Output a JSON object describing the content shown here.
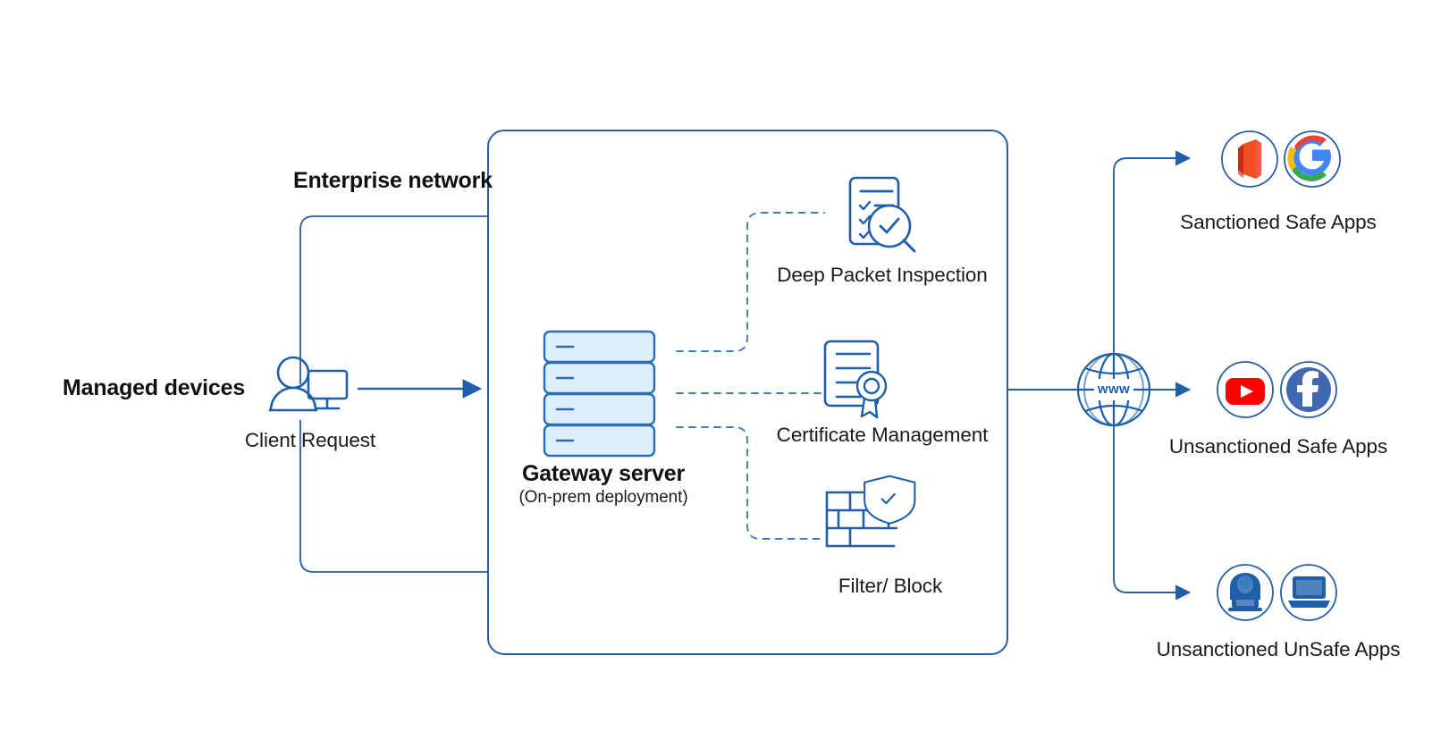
{
  "diagram": {
    "title": "Enterprise gateway secure web traffic flow",
    "background_color": "#ffffff",
    "line_color": "#2a5fa5",
    "accent_blue": "#1f5fa9",
    "server_fill": "#dfeefb",
    "server_stroke": "#2a6db5",
    "dashed_color": "#3f7dc0",
    "text_color": "#1a1a1a"
  },
  "left": {
    "managed_devices_label": "Managed devices",
    "client_request_label": "Client Request",
    "client_icon": "user-with-monitor-icon"
  },
  "enterprise": {
    "box_label": "Enterprise network",
    "gateway": {
      "title": "Gateway server",
      "subtitle": "(On-prem deployment)",
      "icon": "server-rack-icon",
      "rack_count": 4
    },
    "features": [
      {
        "label": "Deep Packet Inspection",
        "icon": "checklist-magnifier-icon"
      },
      {
        "label": "Certificate Management",
        "icon": "certificate-seal-icon"
      },
      {
        "label": "Filter/ Block",
        "icon": "firewall-shield-icon"
      }
    ]
  },
  "internet": {
    "icon": "globe-www-icon",
    "globe_text": "www"
  },
  "destinations": [
    {
      "label": "Sanctioned Safe Apps",
      "apps": [
        {
          "name": "office-365-icon",
          "color": "#eb3c00"
        },
        {
          "name": "google-icon",
          "color": "#4285f4"
        }
      ]
    },
    {
      "label": "Unsanctioned Safe Apps",
      "apps": [
        {
          "name": "youtube-icon",
          "color": "#ff0000"
        },
        {
          "name": "facebook-icon",
          "color": "#4267b2"
        }
      ]
    },
    {
      "label": "Unsanctioned UnSafe Apps",
      "apps": [
        {
          "name": "hacker-icon",
          "color": "#1f5fa9"
        },
        {
          "name": "laptop-icon",
          "color": "#1f5fa9"
        }
      ]
    }
  ]
}
